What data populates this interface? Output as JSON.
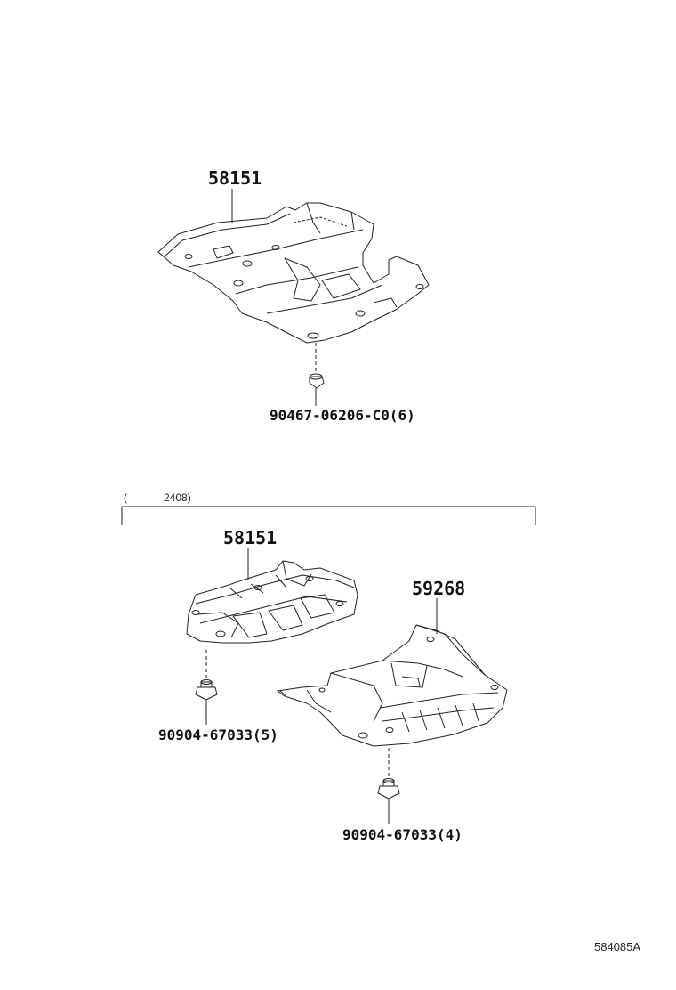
{
  "upper": {
    "part_label": "58151",
    "fastener_label": "90467-06206-C0(6)"
  },
  "lower": {
    "bracket_paren": "(",
    "bracket_date": "2408)",
    "left_part_label": "58151",
    "right_part_label": "59268",
    "left_fastener_label": "90904-67033(5)",
    "right_fastener_label": "90904-67033(4)"
  },
  "diagram_id": "584085A"
}
